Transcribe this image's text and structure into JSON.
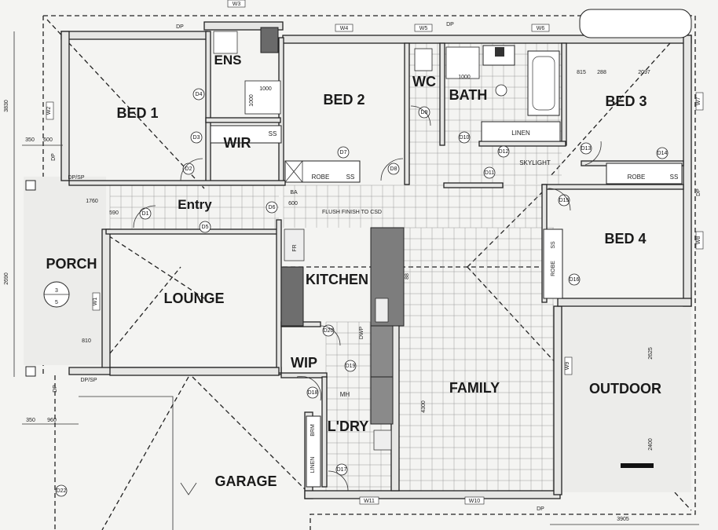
{
  "rooms": {
    "bed1": "BED 1",
    "ens": "ENS",
    "bed2": "BED 2",
    "wc": "WC",
    "bath": "BATH",
    "bed3": "BED 3",
    "wir": "WIR",
    "entry": "Entry",
    "bed4": "BED 4",
    "porch": "PORCH",
    "lounge": "LOUNGE",
    "kitchen": "KITCHEN",
    "wip": "WIP",
    "family": "FAMILY",
    "outdoor": "OUTDOOR",
    "ldry": "L'DRY",
    "garage": "GARAGE"
  },
  "fixtures": {
    "robe": "ROBE",
    "ss": "SS",
    "linen": "LINEN",
    "skylight": "SKYLIGHT",
    "mh": "MH",
    "flush": "FLUSH FINISH TO CSD",
    "ba": "BA",
    "dwp": "DWP",
    "brm": "BRM",
    "fr": "FR",
    "dp": "DP",
    "dpsp": "DP/SP",
    "porch_marker_top": "3",
    "porch_marker_bottom": "5"
  },
  "windows": {
    "w1": "W1",
    "w2": "W2",
    "w3": "W3",
    "w4": "W4",
    "w5": "W5",
    "w6": "W6",
    "w7": "W7",
    "w8": "W8",
    "w9": "W9",
    "w10": "W10",
    "w11": "W11"
  },
  "doors": {
    "d1": "D1",
    "d2": "D2",
    "d3": "D3",
    "d4": "D4",
    "d5": "D5",
    "d6": "D6",
    "d7": "D7",
    "d8": "D8",
    "d9": "D9",
    "d10": "D10",
    "d11": "D11",
    "d12": "D12",
    "d13": "D13",
    "d14": "D14",
    "d15": "D15",
    "d16": "D16",
    "d17": "D17",
    "d18": "D18",
    "d19": "D19",
    "d20": "D20",
    "d22": "D22"
  },
  "dimensions": {
    "d1000a": "1000",
    "d1000b": "1000",
    "d1000c": "1000",
    "d815": "815",
    "d288": "288",
    "d2097": "2097",
    "d3830": "3830",
    "d350a": "350",
    "d600a": "600",
    "d1760": "1760",
    "d590": "590",
    "d600b": "600",
    "d810": "810",
    "d2690": "2690",
    "d350b": "350",
    "d960": "960",
    "d4300": "4300",
    "d88": "88",
    "d2625": "2625",
    "d2400": "2400",
    "d3905": "3905"
  }
}
